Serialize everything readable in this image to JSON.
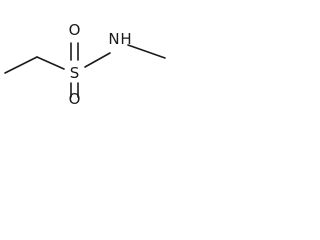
{
  "molecule": {
    "atoms": {
      "sulfur": "S",
      "oxygen_top": "O",
      "oxygen_bottom": "O",
      "nitrogen": "N",
      "nitrogen_hydrogen": "H"
    }
  }
}
